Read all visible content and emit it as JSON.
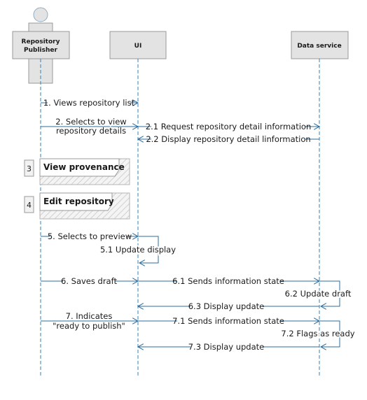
{
  "actors": {
    "publisher": {
      "line1": "Repository",
      "line2": "Publisher"
    },
    "ui": {
      "label": "UI"
    },
    "data_service": {
      "label": "Data service"
    }
  },
  "messages": {
    "m1": "1. Views repository list",
    "m2_line1": "2. Selects to view",
    "m2_line2": "repository details",
    "m2_1": "2.1 Request repository detail information",
    "m2_2": "2.2 Display repository detail linformation",
    "m5": "5. Selects to preview",
    "m5_1": "5.1 Update display",
    "m6": "6. Saves draft",
    "m6_1": "6.1 Sends information state",
    "m6_2": "6.2 Update draft",
    "m6_3": "6.3 Display update",
    "m7_line1": "7. Indicates",
    "m7_line2": "\"ready to publish\"",
    "m7_1": "7.1 Sends information state",
    "m7_2": "7.2 Flags as ready",
    "m7_3": "7.3 Display update"
  },
  "fragments": {
    "f3": {
      "number": "3",
      "label": "View provenance"
    },
    "f4": {
      "number": "4",
      "label": "Edit repository"
    }
  },
  "colors": {
    "lifeline": "#3d7fb0",
    "message": "#2e6d9e",
    "actor_fill": "#e3e3e3",
    "actor_outline": "#9a9a9a"
  }
}
